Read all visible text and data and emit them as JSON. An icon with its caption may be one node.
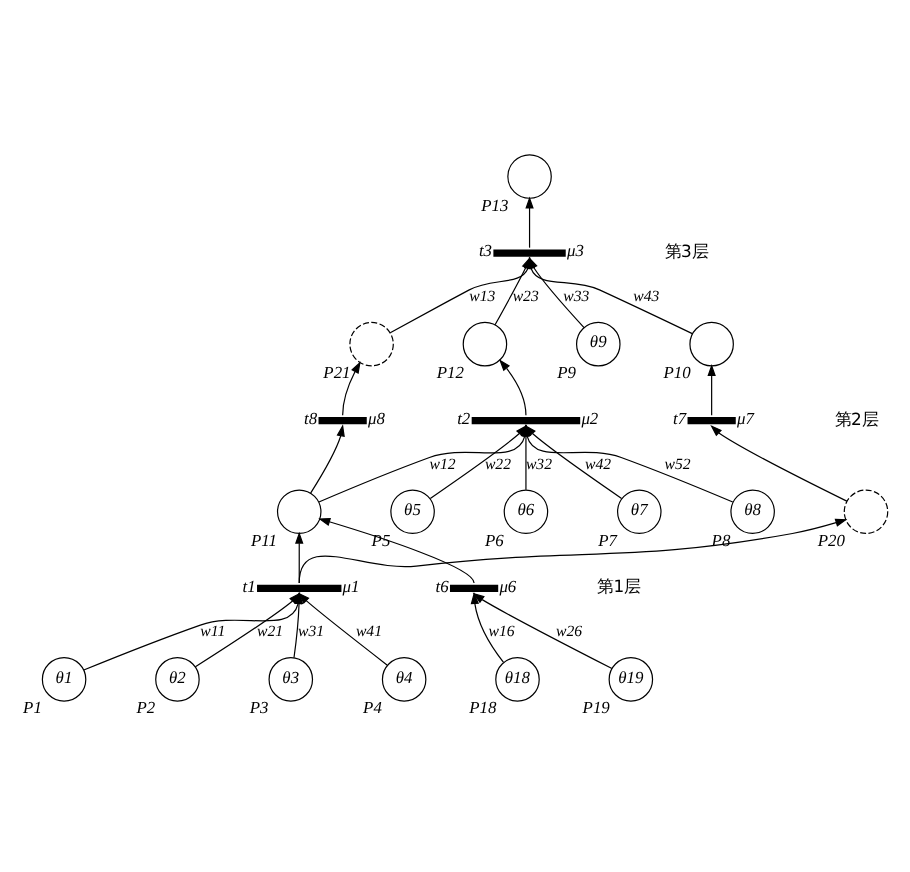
{
  "diagram": {
    "nodes": [
      {
        "text": [],
        "shape": "circle",
        "beside": [
          "P13"
        ]
      },
      {
        "text": [],
        "shape": "bar",
        "beside": [
          "t3",
          "μ3"
        ]
      },
      {
        "text": [],
        "shape": "circle",
        "beside": [
          "P21"
        ]
      },
      {
        "text": [],
        "shape": "circle",
        "beside": [
          "P12"
        ]
      },
      {
        "text": [
          "θ9"
        ],
        "beside": [
          "P9"
        ]
      },
      {
        "text": [],
        "shape": "circle",
        "beside": [
          "P10"
        ]
      },
      {
        "text": [],
        "shape": "bar",
        "beside": [
          "t8",
          "μ8"
        ]
      },
      {
        "text": [],
        "shape": "bar",
        "beside": [
          "t2",
          "μ2"
        ]
      },
      {
        "text": [],
        "shape": "bar",
        "beside": [
          "t7",
          "μ7"
        ]
      },
      {
        "text": [],
        "shape": "circle",
        "beside": [
          "P11"
        ]
      },
      {
        "text": [
          "θ5"
        ],
        "beside": [
          "P5"
        ]
      },
      {
        "text": [
          "θ6"
        ],
        "beside": [
          "P6"
        ]
      },
      {
        "text": [
          "θ7"
        ],
        "beside": [
          "P7"
        ]
      },
      {
        "text": [
          "θ8"
        ],
        "beside": [
          "P8"
        ]
      },
      {
        "text": [],
        "shape": "circle",
        "beside": [
          "P20"
        ]
      },
      {
        "text": [],
        "shape": "bar",
        "beside": [
          "t1",
          "μ1"
        ]
      },
      {
        "text": [],
        "shape": "bar",
        "beside": [
          "t6",
          "μ6"
        ]
      },
      {
        "text": [
          "θ1"
        ],
        "beside": [
          "P1"
        ]
      },
      {
        "text": [
          "θ2"
        ],
        "beside": [
          "P2"
        ]
      },
      {
        "text": [
          "θ3"
        ],
        "beside": [
          "P3"
        ]
      },
      {
        "text": [
          "θ4"
        ],
        "beside": [
          "P4"
        ]
      },
      {
        "text": [
          "θ18"
        ],
        "beside": [
          "P18"
        ]
      },
      {
        "text": [
          "θ19"
        ],
        "beside": [
          "P19"
        ]
      }
    ],
    "edges": [
      {
        "from": 1,
        "to": 0,
        "arrow": "to"
      },
      {
        "from": 2,
        "to": 1,
        "arrow": "to",
        "label": "w13"
      },
      {
        "from": 3,
        "to": 1,
        "arrow": "to",
        "label": "w23"
      },
      {
        "from": 4,
        "to": 1,
        "arrow": "to",
        "label": "w33"
      },
      {
        "from": 5,
        "to": 1,
        "arrow": "to",
        "label": "w43"
      },
      {
        "from": 6,
        "to": 2,
        "arrow": "to"
      },
      {
        "from": 9,
        "to": 6,
        "arrow": "to"
      },
      {
        "from": 7,
        "to": 3,
        "arrow": "to"
      },
      {
        "from": 9,
        "to": 7,
        "arrow": "to",
        "label": "w12"
      },
      {
        "from": 10,
        "to": 7,
        "arrow": "to",
        "label": "w22"
      },
      {
        "from": 11,
        "to": 7,
        "arrow": "to",
        "label": "w32"
      },
      {
        "from": 12,
        "to": 7,
        "arrow": "to",
        "label": "w42"
      },
      {
        "from": 13,
        "to": 7,
        "arrow": "to",
        "label": "w52"
      },
      {
        "from": 8,
        "to": 5,
        "arrow": "to"
      },
      {
        "from": 14,
        "to": 8,
        "arrow": "to"
      },
      {
        "from": 15,
        "to": 9,
        "arrow": "to"
      },
      {
        "from": 16,
        "to": 9,
        "arrow": "to"
      },
      {
        "from": 15,
        "to": 14,
        "arrow": "to"
      },
      {
        "from": 17,
        "to": 15,
        "arrow": "to",
        "label": "w11"
      },
      {
        "from": 18,
        "to": 15,
        "arrow": "to",
        "label": "w21"
      },
      {
        "from": 19,
        "to": 15,
        "arrow": "to",
        "label": "w31"
      },
      {
        "from": 20,
        "to": 15,
        "arrow": "to",
        "label": "w41"
      },
      {
        "from": 21,
        "to": 16,
        "arrow": "to",
        "label": "w16"
      },
      {
        "from": 22,
        "to": 16,
        "arrow": "to",
        "label": "w26"
      }
    ],
    "labels": [
      "第3层",
      "第2层",
      "第1层"
    ]
  }
}
